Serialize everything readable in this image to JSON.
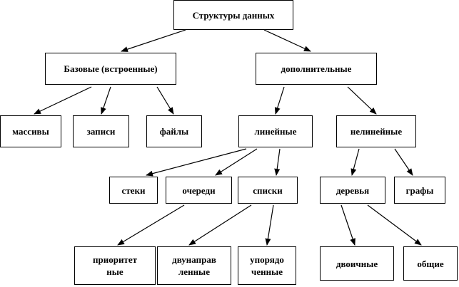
{
  "nodes": {
    "root": "Структуры данных",
    "basic": "Базовые (встроенные)",
    "additional": "дополнительные",
    "arrays": "массивы",
    "records": "записи",
    "files": "файлы",
    "linear": "линейные",
    "nonlinear": "нелинейные",
    "stacks": "стеки",
    "queues": "очереди",
    "lists": "списки",
    "trees": "деревья",
    "graphs": "графы",
    "priority": "приоритет\nные",
    "doubly_linked": "двунаправ\nленные",
    "ordered": "упорядо\nченные",
    "binary": "двоичные",
    "general": "общие"
  }
}
